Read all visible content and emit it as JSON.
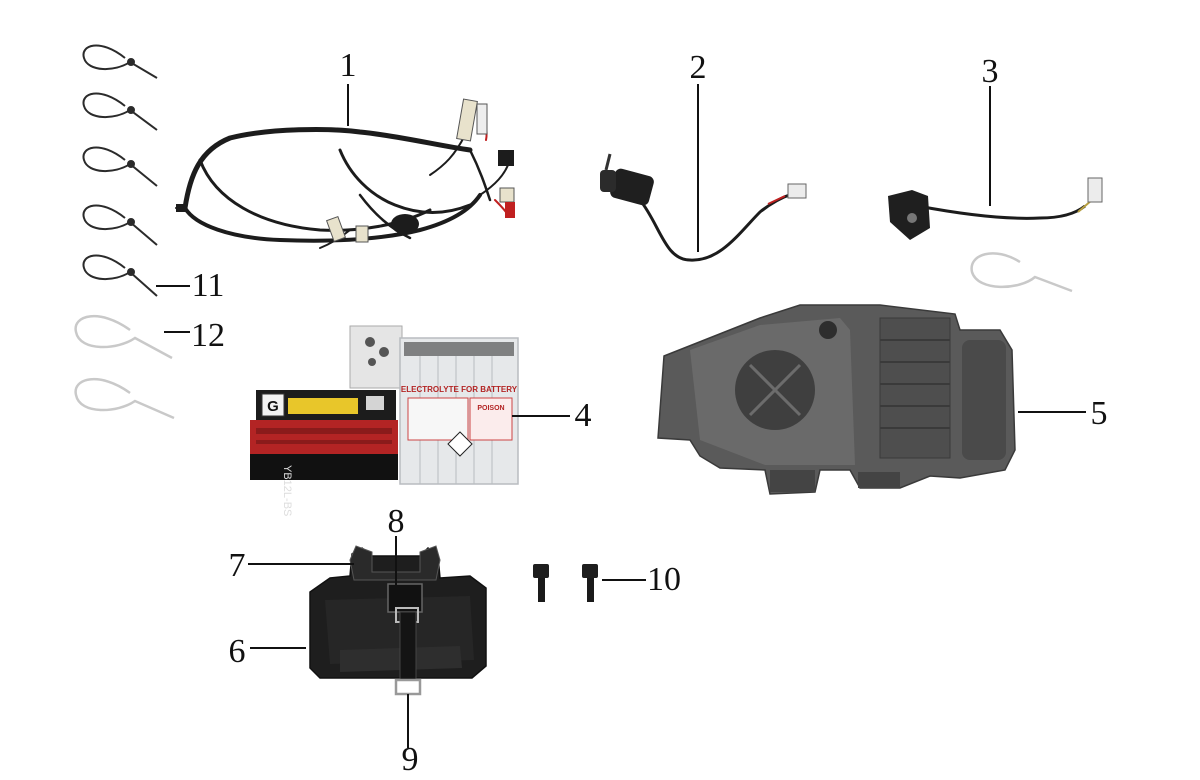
{
  "callouts": {
    "c1": "1",
    "c2": "2",
    "c3": "3",
    "c4": "4",
    "c5": "5",
    "c6": "6",
    "c7": "7",
    "c8": "8",
    "c9": "9",
    "c10": "10",
    "c11": "11",
    "c12": "12"
  },
  "parts": {
    "battery_label": "ELECTROLYTE FOR BATTERY",
    "battery_brand": "G",
    "battery_model": "YB12L-BS",
    "electrolyte_warning": "POISON"
  },
  "colors": {
    "leader_line": "#111111",
    "wire": "#1c1c1c",
    "plastic_dark": "#2b2b2b",
    "plastic_grey": "#5a5a5a",
    "battery_red": "#b32424",
    "battery_yellow": "#e8c62a",
    "electrolyte_body": "#e6e8ea",
    "tie_wrap_light": "#d8d8d8",
    "tie_wrap_dark": "#333333"
  }
}
